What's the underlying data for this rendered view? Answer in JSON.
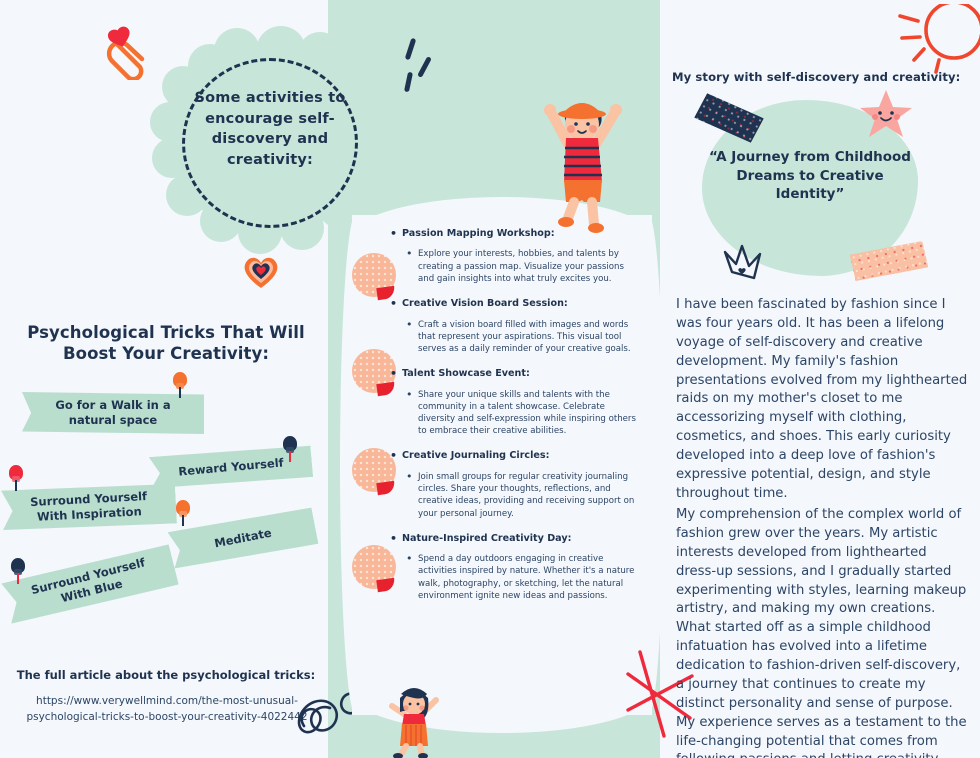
{
  "columns": {
    "left_bg": "#f4f7fb",
    "center_bg": "#c7e5d9",
    "right_bg": "#f4f7fb",
    "mint": "#c7e5d9",
    "ribbon": "#b9dece",
    "navy": "#1f3350",
    "body_text": "#2c4566",
    "red": "#e8212f",
    "orange": "#f0462d",
    "peach": "#f9b79a"
  },
  "left": {
    "cloud_title": "Some activities to encourage self-discovery and creativity:",
    "heading": "Psychological Tricks That Will Boost Your Creativity:",
    "ribbons": [
      {
        "label": "Go for a Walk in a natural space",
        "pin_color": "#f4712f"
      },
      {
        "label": "Reward Yourself",
        "pin_color": "#1f3350"
      },
      {
        "label": "Surround Yourself With Inspiration",
        "pin_color": "#ee2a3c"
      },
      {
        "label": "Meditate",
        "pin_color": "#f4712f"
      },
      {
        "label": "Surround Yourself With Blue",
        "pin_color": "#1f3350"
      }
    ],
    "article_heading": "The full article about the psychological tricks:",
    "article_url": "https://www.verywellmind.com/the-most-unusual-psychological-tricks-to-boost-your-creativity-4022442"
  },
  "center": {
    "activities": [
      {
        "title": "Passion Mapping Workshop:",
        "description": "Explore your interests, hobbies, and talents by creating a passion map. Visualize your passions and gain insights into what truly excites you."
      },
      {
        "title": "Creative Vision Board Session:",
        "description": "Craft a vision board filled with images and words that represent your aspirations. This visual tool serves as a daily reminder of your creative goals."
      },
      {
        "title": "Talent Showcase Event:",
        "description": "Share your unique skills and talents with the community in a talent showcase. Celebrate diversity and self-expression while inspiring others to embrace their creative abilities."
      },
      {
        "title": "Creative Journaling Circles:",
        "description": "Join small groups for regular creativity journaling circles. Share your thoughts, reflections, and creative ideas, providing and receiving support on your personal journey."
      },
      {
        "title": "Nature-Inspired Creativity Day:",
        "description": "Spend a day outdoors engaging in creative activities inspired by nature. Whether it's a nature walk, photography, or sketching, let the natural environment ignite new ideas and passions."
      }
    ]
  },
  "right": {
    "story_heading": "My story with self-discovery and creativity:",
    "quote": "“A Journey from Childhood Dreams to Creative Identity”",
    "paragraph_1": "I have been fascinated by fashion since I was four years old. It has been a lifelong voyage of self-discovery and creative development. My family's fashion presentations evolved from my lighthearted raids on my mother's closet to me accessorizing myself with clothing, cosmetics, and shoes. This early curiosity developed into a deep love of fashion's expressive potential, design, and style throughout time.",
    "paragraph_2": "My comprehension of the complex world of fashion grew over the years. My artistic interests developed from lighthearted dress-up sessions, and I gradually started experimenting with styles, learning makeup artistry, and making my own creations. What started off as a simple childhood infatuation has evolved into a lifetime dedication to fashion-driven self-discovery, a journey that continues to create my distinct personality and sense of purpose. My experience serves as a testament to the life-changing potential that comes from following passions and letting creativity define and reinvent ourselves."
  },
  "decorations": {
    "heart_paperclip": "heart-paperclip-sticker",
    "heart_sticker": "layered-heart-sticker",
    "kid_cheering": "cheering-child-illustration",
    "girl_jumping": "jumping-girl-illustration",
    "sun": "sun-doodle",
    "star": "smiling-star-sticker",
    "crown": "crown-doodle",
    "asterisk": "red-asterisk-doodle",
    "scribble": "loop-scribble-doodle",
    "navy_tape": "navy-washi-tape",
    "peach_tape": "peach-washi-tape"
  }
}
